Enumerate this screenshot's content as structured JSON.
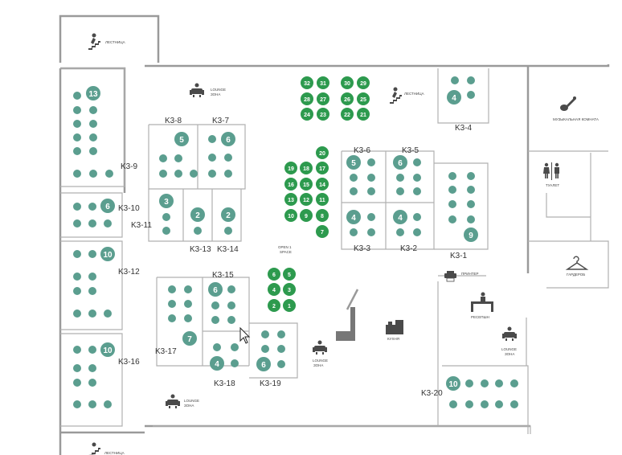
{
  "colors": {
    "room_desk": "#5b9e8f",
    "open_desk": "#2d9a4e",
    "badge": "#5b9e8f",
    "wall": "#9a9a9a",
    "icon": "#4a4a4a"
  },
  "zones": {
    "stairs_top": "ЛЕСТНИЦА",
    "stairs_center": "ЛЕСТНИЦА",
    "stairs_bottom": "ЛЕСТНИЦА",
    "lounge_top_1": "LOUNGE",
    "lounge_top_2": "ЗОНА",
    "lounge_mid_1": "LOUNGE",
    "lounge_mid_2": "ЗОНА",
    "lounge_bottom_1": "LOUNGE",
    "lounge_bottom_2": "ЗОНА",
    "lounge_right_1": "LOUNGE",
    "lounge_right_2": "ЗОНА",
    "music": "МУЗЫКАЛЬНАЯ КОМНАТА",
    "toilet": "ТУАЛЕТ",
    "wardrobe": "ГАРДЕРОБ",
    "printer": "ПРИНТЕР",
    "reception": "РЕСЕПШН",
    "kitchen": "КУХНЯ",
    "open_space_1": "OPEN 1",
    "open_space_2": "SPACE"
  },
  "rooms": [
    {
      "id": "K3-9",
      "label": "K3-9",
      "count": "13"
    },
    {
      "id": "K3-8",
      "label": "K3-8",
      "count": "5"
    },
    {
      "id": "K3-7",
      "label": "K3-7",
      "count": "6"
    },
    {
      "id": "K3-10",
      "label": "K3-10",
      "count": "6"
    },
    {
      "id": "K3-11",
      "label": "K3-11",
      "count": "3"
    },
    {
      "id": "K3-13",
      "label": "K3-13",
      "count": "2"
    },
    {
      "id": "K3-14",
      "label": "K3-14",
      "count": "2"
    },
    {
      "id": "K3-12",
      "label": "K3-12",
      "count": "10"
    },
    {
      "id": "K3-15",
      "label": "K3-15",
      "count": "6"
    },
    {
      "id": "K3-17",
      "label": "K3-17",
      "count": "7"
    },
    {
      "id": "K3-16",
      "label": "K3-16",
      "count": "10"
    },
    {
      "id": "K3-18",
      "label": "K3-18",
      "count": "4"
    },
    {
      "id": "K3-19",
      "label": "K3-19",
      "count": "6"
    },
    {
      "id": "K3-6",
      "label": "K3-6",
      "count": "5"
    },
    {
      "id": "K3-5",
      "label": "K3-5",
      "count": "6"
    },
    {
      "id": "K3-3",
      "label": "K3-3",
      "count": "4"
    },
    {
      "id": "K3-2",
      "label": "K3-2",
      "count": "4"
    },
    {
      "id": "K3-1",
      "label": "K3-1",
      "count": "9"
    },
    {
      "id": "K3-4",
      "label": "K3-4",
      "count": "4"
    },
    {
      "id": "K3-20",
      "label": "K3-20",
      "count": "10"
    }
  ],
  "open_space_desks": {
    "top_cluster": [
      "32",
      "31",
      "30",
      "29",
      "28",
      "27",
      "26",
      "25",
      "24",
      "23",
      "22",
      "21"
    ],
    "mid_cluster": [
      "20",
      "19",
      "18",
      "17",
      "16",
      "15",
      "14",
      "13",
      "12",
      "11",
      "10",
      "9",
      "8",
      "7"
    ],
    "bottom_cluster": [
      "6",
      "5",
      "4",
      "3",
      "2",
      "1"
    ]
  },
  "icons": {
    "stairs": "stairs-person-icon",
    "lounge": "sofa-person-icon",
    "music": "guitar-icon",
    "toilet": "toilet-people-icon",
    "wardrobe": "hanger-icon",
    "printer": "printer-icon",
    "reception": "reception-desk-icon",
    "kitchen": "kitchen-icon",
    "cursor": "mouse-cursor-icon"
  }
}
